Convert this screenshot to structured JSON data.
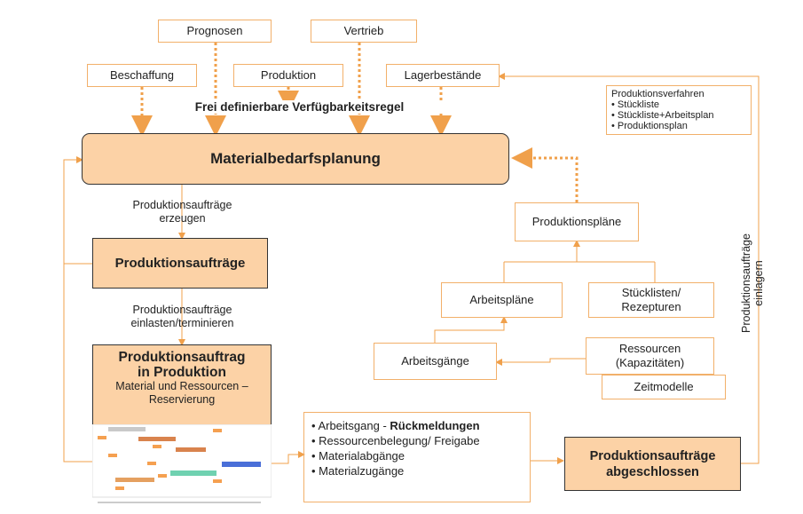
{
  "inputs": {
    "prognosen": "Prognosen",
    "vertrieb": "Vertrieb",
    "beschaffung": "Beschaffung",
    "produktion": "Produktion",
    "lagerbestaende": "Lagerbestände"
  },
  "rule_label": "Frei definierbare Verfügbarkeitsregel",
  "mrp": "Materialbedarfsplanung",
  "procedures": {
    "title": "Produktionsverfahren",
    "items": [
      "Stückliste",
      "Stückliste+Arbeitsplan",
      "Produktionsplan"
    ]
  },
  "create_orders_label": [
    "Produktionsaufträge",
    "erzeugen"
  ],
  "orders": "Produktionsaufträge",
  "schedule_label": [
    "Produktionsaufträge",
    "einlasten/terminieren"
  ],
  "in_production": {
    "title": [
      "Produktionsauftrag",
      "in Produktion"
    ],
    "subtitle": [
      "Material und Ressourcen –",
      "Reservierung"
    ]
  },
  "production_plans": "Produktionspläne",
  "routings": "Arbeitspläne",
  "bom": [
    "Stücklisten/",
    "Rezepturen"
  ],
  "operations": "Arbeitsgänge",
  "resources": [
    "Ressourcen",
    "(Kapazitäten)"
  ],
  "time_models": "Zeitmodelle",
  "feedback": {
    "items": [
      {
        "prefix": "Arbeitsgang - ",
        "bold": "Rückmeldungen"
      },
      {
        "prefix": "Ressourcenbelegung/ Freigabe",
        "bold": ""
      },
      {
        "prefix": "Materialabgänge",
        "bold": ""
      },
      {
        "prefix": "Materialzugänge",
        "bold": ""
      }
    ]
  },
  "completed": [
    "Produktionsaufträge",
    "abgeschlossen"
  ],
  "store_label": [
    "Produktionsaufträge",
    "einlagern"
  ]
}
